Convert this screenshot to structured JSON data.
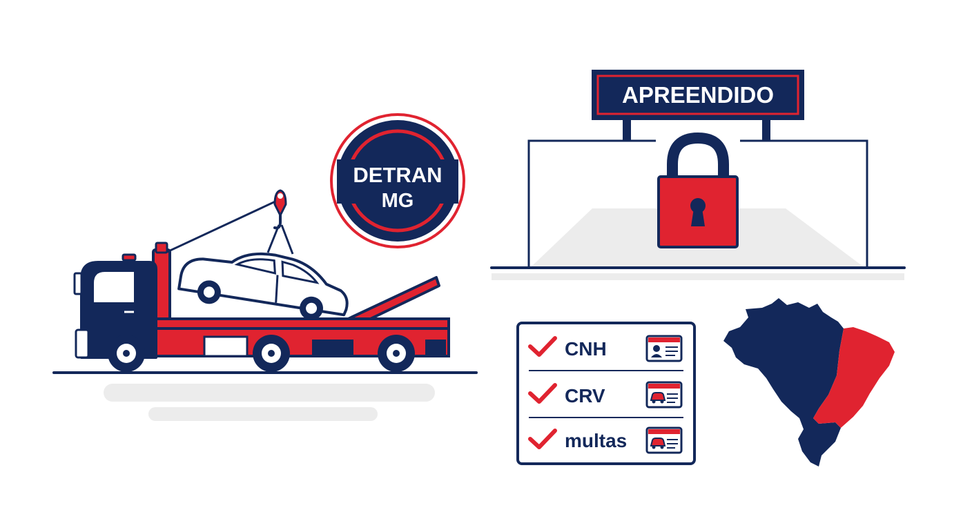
{
  "badge": {
    "line1": "DETRAN",
    "line2": "MG"
  },
  "sign": {
    "label": "APREENDIDO"
  },
  "checklist": {
    "items": [
      {
        "label": "CNH",
        "icon": "id-card-icon"
      },
      {
        "label": "CRV",
        "icon": "vehicle-document-icon"
      },
      {
        "label": "multas",
        "icon": "vehicle-document-icon"
      }
    ]
  },
  "colors": {
    "navy": "#13285a",
    "red": "#e02330",
    "shadow": "#ececec",
    "white": "#ffffff"
  }
}
